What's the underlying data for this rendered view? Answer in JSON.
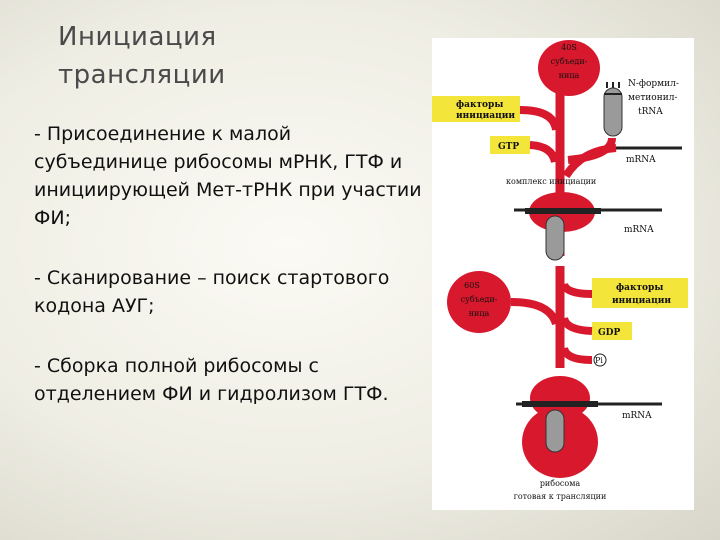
{
  "slide": {
    "title": "Инициация трансляции",
    "bullets": [
      "- Присоединение к малой субъединице рибосомы мРНК, ГТФ и инициирующей Мет-тРНК при участии ФИ;",
      "- Сканирование – поиск стартового кодона АУГ;",
      "- Сборка полной рибосомы с отделением ФИ и гидролизом ГТФ."
    ]
  },
  "diagram": {
    "subunit_40s": [
      "40S",
      "субъеди-",
      "ница"
    ],
    "subunit_60s": [
      "60S",
      "субъеди-",
      "ница"
    ],
    "trna_label": [
      "N-формил-",
      "метионил-",
      "tRNA"
    ],
    "factors_top": [
      "факторы",
      "инициации"
    ],
    "factors_right": [
      "факторы",
      "инициации"
    ],
    "gtp": "GTP",
    "gdp": "GDP",
    "pi": "Pi",
    "mrna_1": "mRNA",
    "mrna_2": "mRNA",
    "mrna_3": "mRNA",
    "complex": "комплекс инициации",
    "ribosome": [
      "рибосома",
      "готовая к трансляции"
    ],
    "colors": {
      "red": "#d8182d",
      "yellow": "#f3e53a",
      "trna_gray": "#9a9a9a",
      "frame": "#ffffff"
    }
  }
}
